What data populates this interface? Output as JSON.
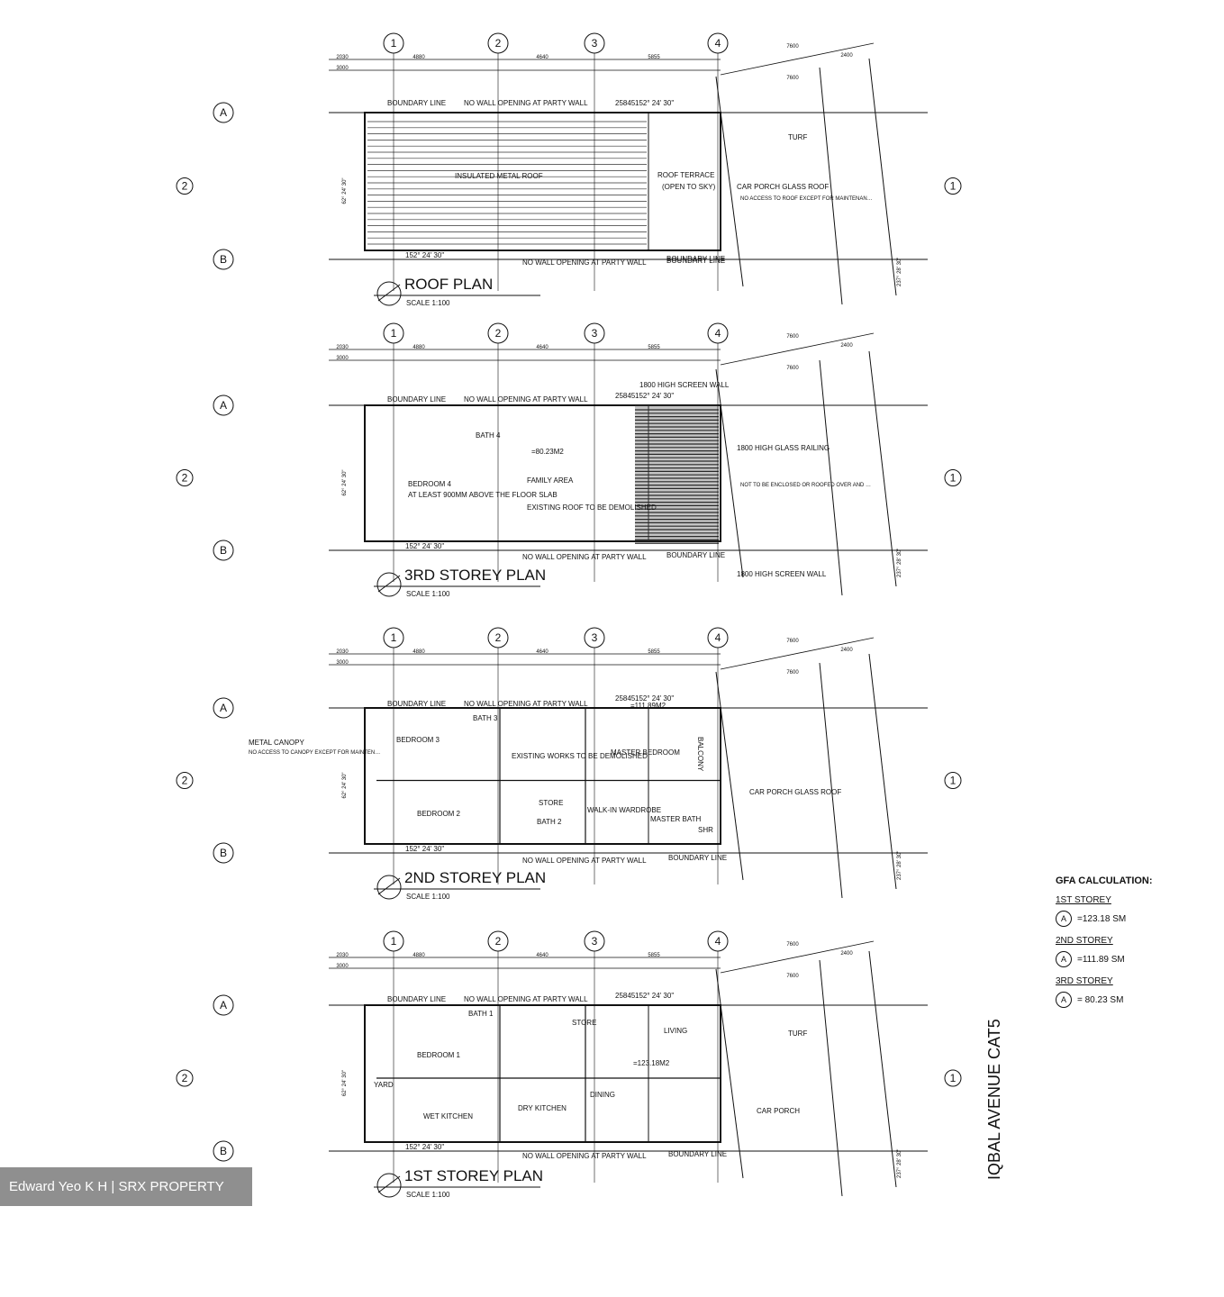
{
  "grid_cols": [
    "1",
    "2",
    "3",
    "4"
  ],
  "grid_rows": [
    "A",
    "B"
  ],
  "section_marks": [
    "1",
    "2"
  ],
  "dims_top": [
    "2030",
    "3000",
    "4880",
    "4640",
    "5855",
    "7600",
    "2400",
    "7600"
  ],
  "bearing": "152° 24' 30\"",
  "bearing_side": "62° 24' 30\"",
  "bearing_right": "237° 28' 30\"",
  "length": "25845",
  "plans": [
    {
      "title": "ROOF PLAN",
      "scale": "SCALE 1:100",
      "labels": [
        "BOUNDARY LINE",
        "NO WALL OPENING AT PARTY WALL",
        "INSULATED METAL ROOF",
        "ROOF TERRACE",
        "(OPEN TO SKY)",
        "TURF",
        "CAR PORCH GLASS ROOF",
        "NO ACCESS TO ROOF EXCEPT FOR MAINTENANCE ONLY. NOT TO BE CONVERTED BALCONY/ROOF TERRACE",
        "BOUNDARY LINE",
        "NO WALL OPENING AT PARTY WALL",
        "BOUNDARY LINE"
      ]
    },
    {
      "title": "3RD STOREY PLAN",
      "scale": "SCALE 1:100",
      "labels": [
        "BOUNDARY LINE",
        "NO WALL OPENING AT PARTY WALL",
        "1800 HIGH SCREEN WALL",
        "BATH 4",
        "FAMILY AREA",
        "BEDROOM 4",
        "AT LEAST 900MM ABOVE THE FLOOR SLAB",
        "EXISTING ROOF TO BE DEMOLISHED",
        "1800 HIGH GLASS RAILING",
        "NOT TO BE ENCLOSED OR ROOFED OVER AND NO STRUCTURES OR OTHER USES ARE ALLOWED ON THE ROOFTOP UNLESS OTHERWISE APPROVED BY THE COMPETENT AUTHORITY",
        "NO WALL OPENING AT PARTY WALL",
        "BOUNDARY LINE",
        "1800 HIGH SCREEN WALL",
        "=80.23M2"
      ]
    },
    {
      "title": "2ND STOREY PLAN",
      "scale": "SCALE 1:100",
      "labels": [
        "BOUNDARY LINE",
        "NO WALL OPENING AT PARTY WALL",
        "BEDROOM 3",
        "BATH 3",
        "EXISTING WORKS TO BE DEMOLISHED",
        "MASTER BEDROOM",
        "BALCONY",
        "BEDROOM 2",
        "STORE",
        "BATH 2",
        "WALK-IN WARDROBE",
        "MASTER BATH",
        "SHR",
        "CAR PORCH GLASS ROOF",
        "METAL CANOPY",
        "NO ACCESS TO CANOPY EXCEPT FOR MAINTENANCE ONLY NOT TO BE CONVERTED BALCONY/ROOF TERRACE",
        "NO WALL OPENING AT PARTY WALL",
        "BOUNDARY LINE",
        "=111.89M2"
      ]
    },
    {
      "title": "1ST STOREY PLAN",
      "scale": "SCALE 1:100",
      "labels": [
        "BOUNDARY LINE",
        "NO WALL OPENING AT PARTY WALL",
        "BATH 1",
        "STORE",
        "LIVING",
        "TURF",
        "BEDROOM 1",
        "YARD",
        "WET KITCHEN",
        "DRY KITCHEN",
        "DINING",
        "CAR PORCH",
        "NO WALL OPENING AT PARTY WALL",
        "BOUNDARY LINE",
        "=123.18M2"
      ]
    }
  ],
  "street": "IQBAL AVENUE CAT5",
  "gfa": {
    "heading": "GFA CALCULATION:",
    "rows": [
      {
        "storey": "1ST STOREY",
        "tag": "A",
        "value": "=123.18 SM"
      },
      {
        "storey": "2ND STOREY",
        "tag": "A",
        "value": "=111.89 SM"
      },
      {
        "storey": "3RD STOREY",
        "tag": "A",
        "value": "= 80.23 SM"
      }
    ]
  },
  "watermark": "Edward Yeo K H | SRX PROPERTY"
}
